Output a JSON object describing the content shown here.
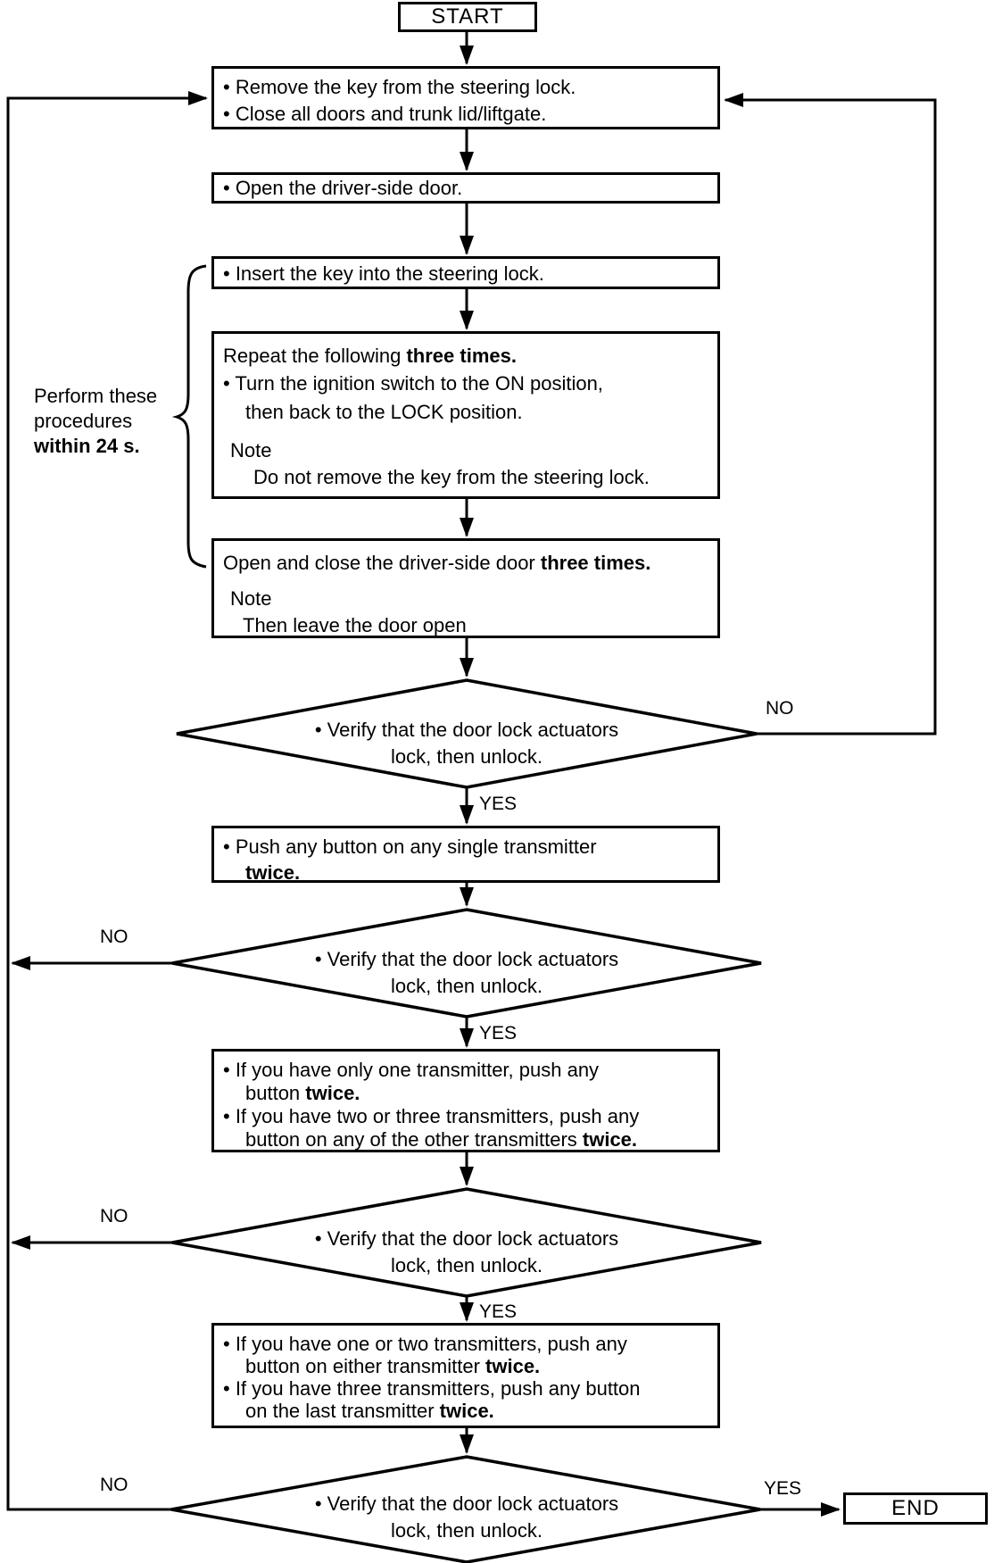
{
  "flow": {
    "colors": {
      "ink": "#000000",
      "paper": "#ffffff"
    },
    "start_label": "START",
    "end_label": "END",
    "side_note": {
      "line1": "Perform these",
      "line2": "procedures",
      "line3_bold": "within 24 s."
    },
    "boxes": {
      "remove_key": {
        "line1": "• Remove the key from  the steering lock.",
        "line2": "• Close all doors and trunk lid/liftgate."
      },
      "open_door": {
        "line1": "• Open the driver-side door."
      },
      "insert_key": {
        "line1": "• Insert the key into the steering lock."
      },
      "cycle_ignition": {
        "title_pre": "Repeat the following ",
        "title_bold": "three times.",
        "bullet1a": "• Turn the ignition switch to the ON position,",
        "bullet1b": "then back to the LOCK position.",
        "note_label": "Note",
        "note_body": "Do not remove the key from the steering lock."
      },
      "open_close_door": {
        "line1_pre": "Open and close the driver-side door ",
        "line1_bold": "three times.",
        "note_label": "Note",
        "note_body": "Then leave the door open"
      },
      "push_single": {
        "line1": "• Push any button on any single transmitter",
        "line2_bold": "twice."
      },
      "push_other": {
        "b1a": "• If you have only one transmitter, push any",
        "b1b_pre": "button ",
        "b1b_bold": "twice.",
        "b2a": "• If you have two or three transmitters, push any",
        "b2b_pre": "button on any of the other transmitters ",
        "b2b_bold": "twice."
      },
      "push_last": {
        "b1a": "• If you have one or two transmitters, push any",
        "b1b_pre": "button on either transmitter ",
        "b1b_bold": "twice.",
        "b2a": "• If you have three transmitters, push any button",
        "b2b_pre": "on the last transmitter ",
        "b2b_bold": "twice."
      }
    },
    "decisions": {
      "d1": {
        "line1": "• Verify that the door lock actuators",
        "line2": "lock, then unlock."
      },
      "d2": {
        "line1": "• Verify that the door lock actuators",
        "line2": "lock, then unlock."
      },
      "d3": {
        "line1": "• Verify that the door lock actuators",
        "line2": "lock, then unlock."
      },
      "d4": {
        "line1": "• Verify that the door lock actuators",
        "line2": "lock, then unlock."
      }
    },
    "edge_labels": {
      "d1_no": "NO",
      "d1_yes": "YES",
      "d2_no": "NO",
      "d2_yes": "YES",
      "d3_no": "NO",
      "d3_yes": "YES",
      "d4_no": "NO",
      "d4_yes": "YES"
    }
  }
}
